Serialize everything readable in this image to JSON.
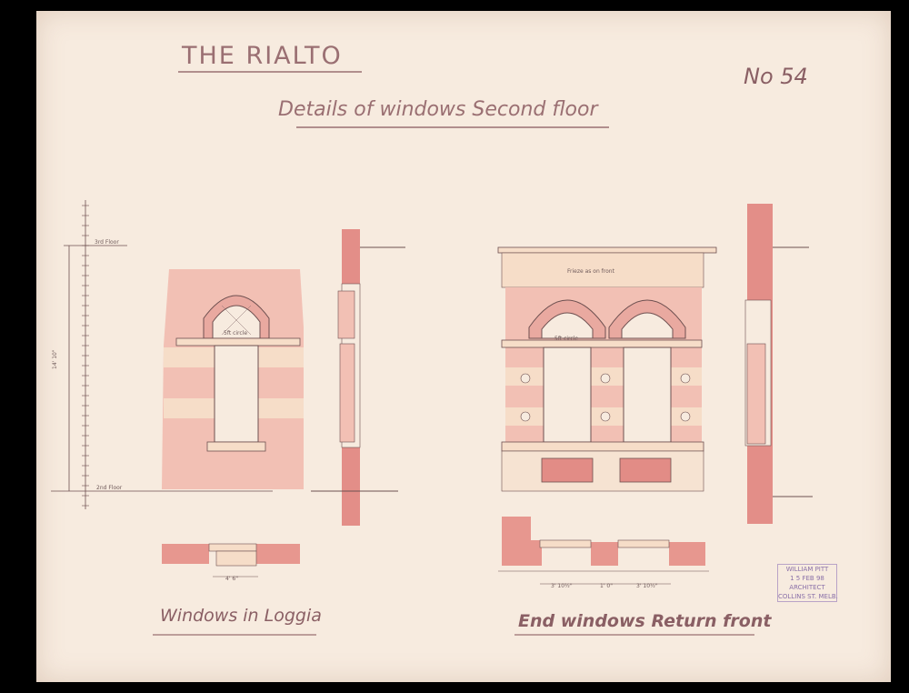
{
  "sheet": {
    "title": "THE RIALTO",
    "subtitle": "Details of windows Second floor",
    "sheet_number": "No 54",
    "left_caption": "Windows in Loggia",
    "right_caption": "End windows Return front"
  },
  "annotations": {
    "floor_3": "3rd Floor",
    "floor_2": "2nd Floor",
    "height_dim": "14' 10\"",
    "arch_left": "5ft circle",
    "arch_right": "5ft circle",
    "frieze_note": "Frieze as on front",
    "plan_left_width": "4' 6\"",
    "plan_right_dim_1": "3' 10½\"",
    "plan_right_dim_2": "1' 0\"",
    "plan_right_dim_3": "3' 10½\""
  },
  "stamp": {
    "line1": "WILLIAM PITT",
    "line2": "1 5 FEB 98",
    "line3": "ARCHITECT",
    "line4": "COLLINS ST. MELB."
  },
  "colors": {
    "paper": "#f7ebdf",
    "brick": "#eaa6a0",
    "brick_dark": "#e28c86",
    "stone": "#f3dcc8",
    "ink": "#6e5050",
    "heading": "#9a6f72"
  }
}
